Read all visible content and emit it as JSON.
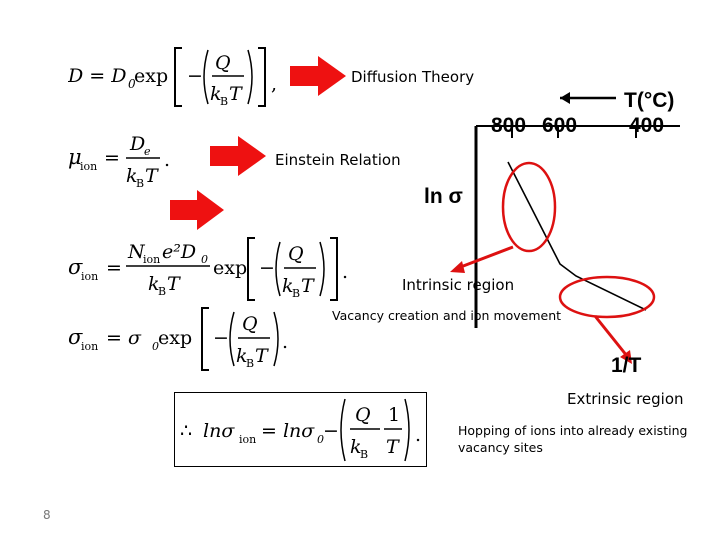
{
  "equations": {
    "diffusion": {
      "lhs": "D = D",
      "sub0": "0",
      "func": " exp",
      "num": "Q",
      "den_k": "k",
      "den_sub": "B",
      "den_T": "T",
      "trail": ","
    },
    "einstein": {
      "mu": "μ",
      "sub": "ion",
      "eq": "=",
      "num": "D",
      "num_sub": "e",
      "den_k": "k",
      "den_sub": "B",
      "den_T": "T",
      "trail": "."
    },
    "conductivity_full": {
      "sigma": "σ",
      "sub": "ion",
      "eq": "=",
      "num": "N",
      "num_sub": "ion",
      "num_rest": "e²D",
      "num_sub0": "0",
      "den_k": "k",
      "den_sub": "B",
      "den_T": "T",
      "func": "exp",
      "fn_num": "Q",
      "trail": "."
    },
    "conductivity_simple": {
      "sigma": "σ",
      "sub": "ion",
      "eq": "= σ",
      "sub0": "0",
      "func": " exp",
      "num": "Q",
      "den_k": "k",
      "den_sub": "B",
      "den_T": "T",
      "trail": "."
    },
    "log_form": {
      "therefore": "∴",
      "ln": "lnσ",
      "sub": "ion",
      "eq": "= lnσ",
      "sub0": "0",
      "minus": "−",
      "num": "Q",
      "den_k": "k",
      "den_sub": "B",
      "num1": "1",
      "den1": "T",
      "trail": "."
    }
  },
  "labels": {
    "diffusion_theory": "Diffusion Theory",
    "einstein_relation": "Einstein Relation",
    "intrinsic_region": "Intrinsic region",
    "vacancy_creation": "Vacancy creation and ion movement",
    "extrinsic_region": "Extrinsic region",
    "hopping_line1": "Hopping of ions into already existing",
    "hopping_line2": "vacancy sites"
  },
  "chart": {
    "t_axis_label": "T(°C)",
    "ticks": [
      "800",
      "600",
      "400"
    ],
    "y_label": "ln σ",
    "x_label": "1/T"
  },
  "page_number": "8",
  "colors": {
    "arrow_red": "#ee1111",
    "ellipse_red": "#dd1111",
    "text": "#000000"
  }
}
